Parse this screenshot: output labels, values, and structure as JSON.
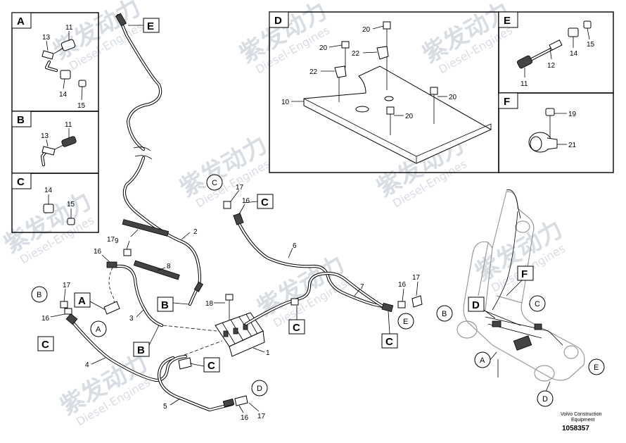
{
  "document_number": "1058357",
  "brand_line1": "Volvo Construction",
  "brand_line2": "Equipment",
  "watermark": {
    "chinese": "紫发动力",
    "english": "Diesel-Engines"
  },
  "insets": {
    "A": {
      "letter": "A",
      "labels": [
        "11",
        "13",
        "14",
        "15"
      ]
    },
    "B": {
      "letter": "B",
      "labels": [
        "11",
        "13"
      ]
    },
    "C": {
      "letter": "C",
      "labels": [
        "14",
        "15"
      ]
    },
    "D": {
      "letter": "D",
      "labels": [
        "20",
        "20",
        "22",
        "22",
        "10",
        "20",
        "20"
      ]
    },
    "E": {
      "letter": "E",
      "labels": [
        "15",
        "14",
        "12",
        "11"
      ]
    },
    "F": {
      "letter": "F",
      "labels": [
        "19",
        "21"
      ]
    }
  },
  "main": {
    "box_labels": [
      "E",
      "C",
      "A",
      "B",
      "B",
      "C",
      "C",
      "C"
    ],
    "circle_labels": [
      "C",
      "B",
      "A",
      "E",
      "D"
    ],
    "part_numbers": [
      "17",
      "16",
      "9",
      "2",
      "17",
      "16",
      "8",
      "3",
      "17",
      "16",
      "4",
      "6",
      "7",
      "16",
      "17",
      "18",
      "1",
      "5",
      "16",
      "17"
    ]
  },
  "overview": {
    "box_labels": [
      "D",
      "F"
    ],
    "circle_labels": [
      "B",
      "C",
      "A",
      "E",
      "D"
    ]
  }
}
